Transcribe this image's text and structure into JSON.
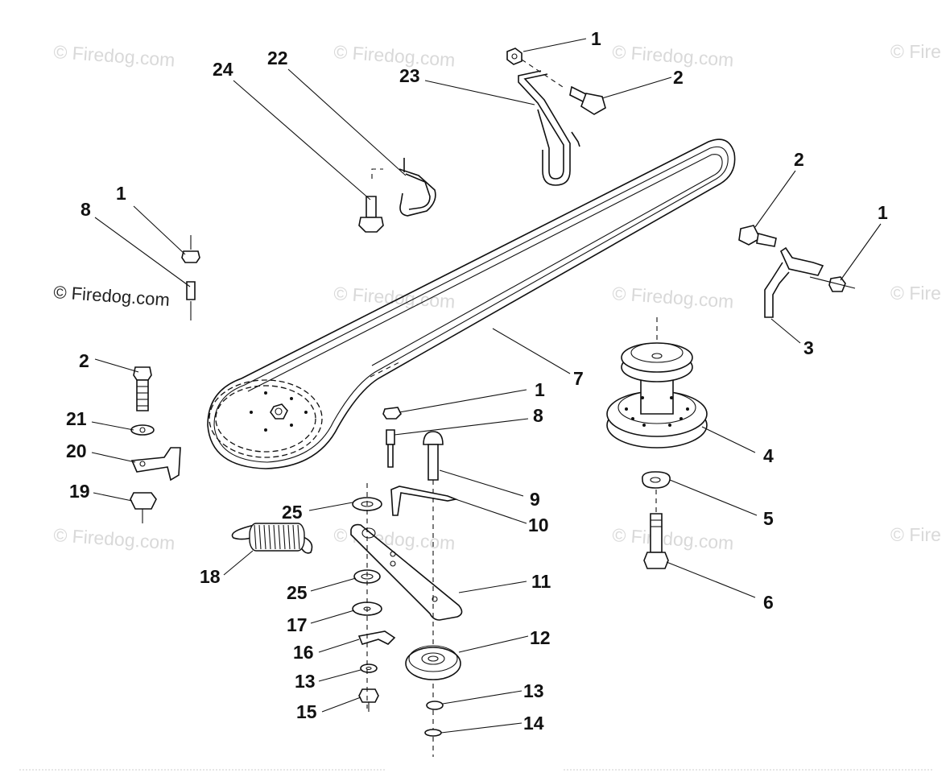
{
  "watermark": {
    "text": "© Firedog.com",
    "partial_text": "© Fire"
  },
  "callouts": {
    "c_1a": "1",
    "c_2a": "2",
    "c_23": "23",
    "c_24": "24",
    "c_22": "22",
    "c_2b": "2",
    "c_1b": "1",
    "c_3": "3",
    "c_1c": "1",
    "c_8a": "8",
    "c_7": "7",
    "c_2c": "2",
    "c_21": "21",
    "c_20": "20",
    "c_19": "19",
    "c_1d": "1",
    "c_8b": "8",
    "c_9": "9",
    "c_10": "10",
    "c_4": "4",
    "c_5": "5",
    "c_6": "6",
    "c_25a": "25",
    "c_18": "18",
    "c_11": "11",
    "c_25b": "25",
    "c_17": "17",
    "c_12": "12",
    "c_16": "16",
    "c_13a": "13",
    "c_13b": "13",
    "c_15": "15",
    "c_14": "14"
  }
}
